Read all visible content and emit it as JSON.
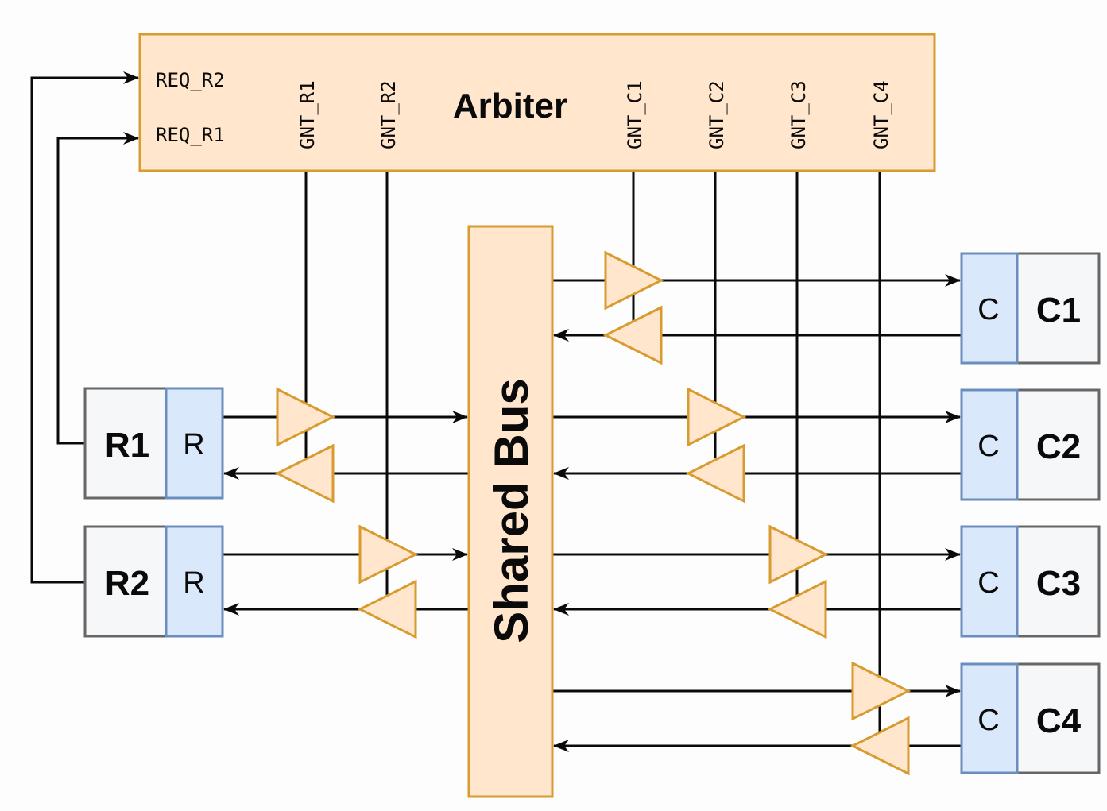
{
  "arbiter": {
    "title": "Arbiter",
    "inputs": [
      "REQ_R2",
      "REQ_R1"
    ],
    "grant_signals": [
      "GNT_R1",
      "GNT_R2",
      "GNT_C1",
      "GNT_C2",
      "GNT_C3",
      "GNT_C4"
    ]
  },
  "bus": {
    "label": "Shared Bus"
  },
  "requesters": [
    {
      "name": "R1",
      "port": "R"
    },
    {
      "name": "R2",
      "port": "R"
    }
  ],
  "completers": [
    {
      "name": "C1",
      "port": "C"
    },
    {
      "name": "C2",
      "port": "C"
    },
    {
      "name": "C3",
      "port": "C"
    },
    {
      "name": "C4",
      "port": "C"
    }
  ],
  "colors": {
    "arbiter_fill": "#ffe6cc",
    "arbiter_stroke": "#d79b30",
    "port_fill": "#dae8fc",
    "port_stroke": "#6c8ebf",
    "node_fill": "#f5f7f9",
    "node_stroke": "#666666",
    "wire": "#0a0a0a"
  }
}
